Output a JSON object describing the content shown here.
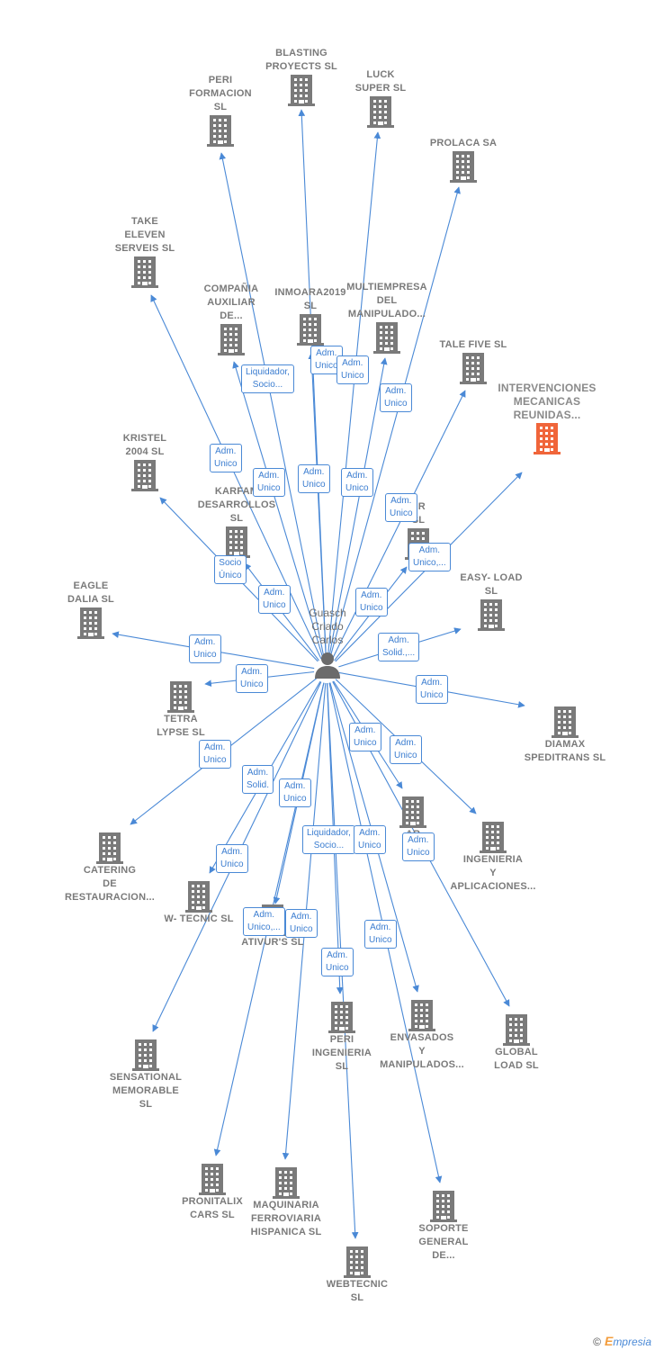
{
  "center": {
    "label": "Guasch\nCriado\nCarlos"
  },
  "colors": {
    "edge": "#4a89d6",
    "node": "#7a7a7a",
    "highlight": "#f0653a"
  },
  "nodes": [
    {
      "id": "blasting",
      "label": "BLASTING\nPROYECTS  SL"
    },
    {
      "id": "luck",
      "label": "LUCK\nSUPER  SL"
    },
    {
      "id": "peri_formacion",
      "label": "PERI\nFORMACION\nSL"
    },
    {
      "id": "prolaca",
      "label": "PROLACA SA"
    },
    {
      "id": "take_eleven",
      "label": "TAKE\nELEVEN\nSERVEIS  SL"
    },
    {
      "id": "compania",
      "label": "COMPAÑIA\nAUXILIAR\nDE..."
    },
    {
      "id": "inmoara",
      "label": "INMOARA2019\nSL"
    },
    {
      "id": "multiempresa",
      "label": "MULTIEMPRESA\nDEL\nMANIPULADO..."
    },
    {
      "id": "tale_five",
      "label": "TALE FIVE  SL"
    },
    {
      "id": "intervenciones",
      "label": "INTERVENCIONES\nMECANICAS\nREUNIDAS..."
    },
    {
      "id": "kristel",
      "label": "KRISTEL\n2004 SL"
    },
    {
      "id": "karfam",
      "label": "KARFAM\nDESARROLLOS\nSL"
    },
    {
      "id": "er_sl",
      "label": "ER\nSL"
    },
    {
      "id": "easy_load",
      "label": "EASY- LOAD\nSL"
    },
    {
      "id": "eagle",
      "label": "EAGLE\nDALIA  SL"
    },
    {
      "id": "tetra",
      "label": "TETRA\nLYPSE  SL"
    },
    {
      "id": "diamax",
      "label": "DIAMAX\nSPEDITRANS SL"
    },
    {
      "id": "ar_ra",
      "label": "AR\nRA"
    },
    {
      "id": "catering",
      "label": "CATERING\nDE\nRESTAURACION..."
    },
    {
      "id": "ingenieria",
      "label": "INGENIERIA\nY\nAPLICACIONES..."
    },
    {
      "id": "w_tecnic",
      "label": "W- TECNIC  SL"
    },
    {
      "id": "ativurs",
      "label": "ATIVUR'S  SL"
    },
    {
      "id": "peri_ingenieria",
      "label": "PERI\nINGENIERIA\nSL"
    },
    {
      "id": "envasados",
      "label": "ENVASADOS\nY\nMANIPULADOS..."
    },
    {
      "id": "global_load",
      "label": "GLOBAL\nLOAD  SL"
    },
    {
      "id": "sensational",
      "label": "SENSATIONAL\nMEMORABLE\nSL"
    },
    {
      "id": "pronitalix",
      "label": "PRONITALIX\nCARS  SL"
    },
    {
      "id": "maquinaria",
      "label": "MAQUINARIA\nFERROVIARIA\nHISPANICA  SL"
    },
    {
      "id": "soporte",
      "label": "SOPORTE\nGENERAL\nDE..."
    },
    {
      "id": "webtecnic",
      "label": "WEBTECNIC\nSL"
    }
  ],
  "edge_labels": [
    "Adm.\nUnico",
    "Liquidador,\nSocio...",
    "Adm.\nUnico",
    "Adm.\nUnico",
    "Adm.\nUnico",
    "Adm.\nUnico",
    "Adm.\nUnico",
    "Adm.\nUnico",
    "Adm.\nUnico",
    "Adm.\nUnico,...",
    "Socio\nÚnico",
    "Adm.\nUnico",
    "Adm.\nUnico",
    "Adm.\nUnico",
    "Adm.\nSolid.,...",
    "Adm.\nUnico",
    "Adm.\nUnico",
    "Adm.\nUnico",
    "Adm.\nUnico",
    "Adm.\nUnico",
    "Adm.\nSolid.",
    "Adm.\nUnico",
    "Liquidador,\nSocio...",
    "Adm.\nUnico",
    "Adm.\nUnico",
    "Adm.\nUnico",
    "Adm.\nUnico,...",
    "Adm.\nUnico",
    "Adm.\nUnico",
    "Adm.\nUnico"
  ],
  "footer": {
    "copyright": "©",
    "brand_first": "E",
    "brand_rest": "mpresia"
  }
}
